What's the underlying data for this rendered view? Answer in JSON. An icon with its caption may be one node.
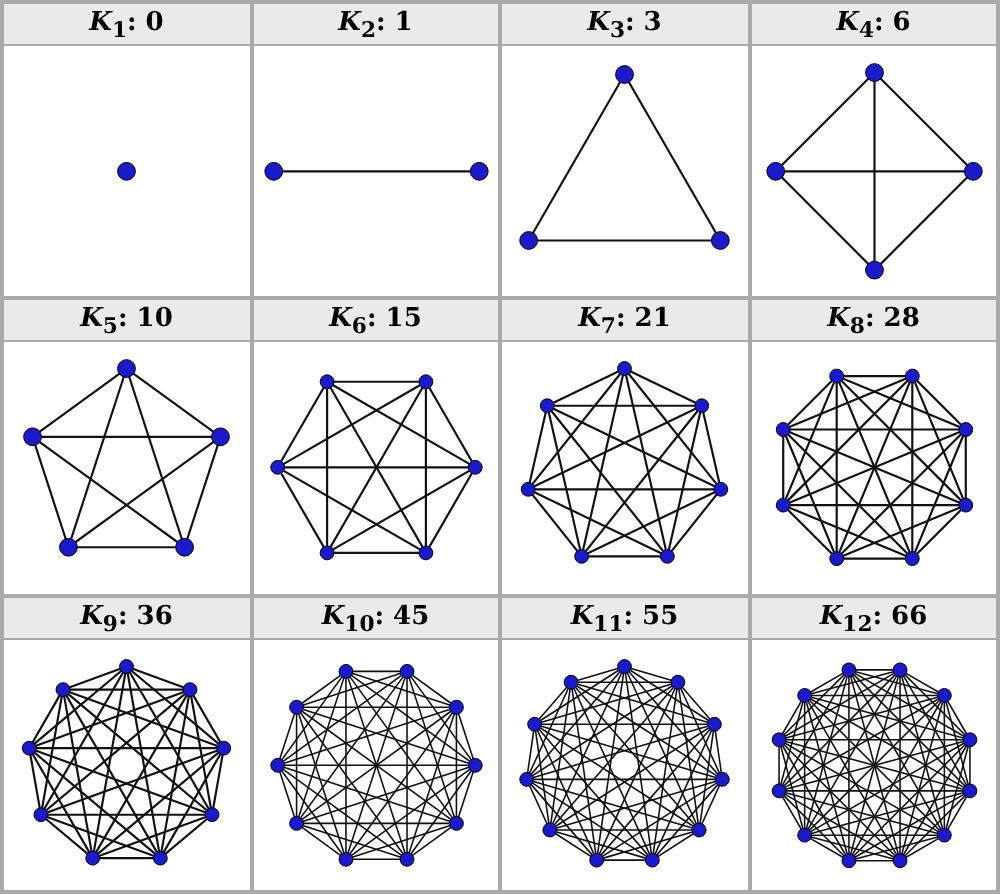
{
  "diagram": {
    "labels": [
      "*K*$_{1}$: 0",
      "*K*$_{2}$: 1",
      "*K*$_{3}$: 3",
      "*K*$_{4}$: 6",
      "*K*$_{5}$: 10",
      "*K*$_{6}$: 15",
      "*K*$_{7}$: 21",
      "*K*$_{8}$: 28",
      "*K*$_{9}$: 36",
      "*K*$_{10}$: 45",
      "*K*$_{11}$: 55",
      "*K*$_{12}$: 66"
    ]
  }
}
